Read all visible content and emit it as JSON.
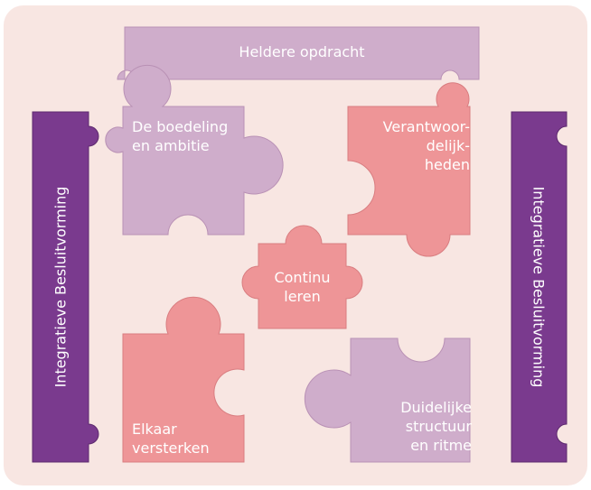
{
  "top_bar": {
    "label": "Heldere opdracht"
  },
  "left_bar": {
    "label": "Integratieve Besluitvorming"
  },
  "right_bar": {
    "label": "Integratieve Besluitvorming"
  },
  "pieces": {
    "intent": {
      "label": "De boedeling\nen ambitie"
    },
    "responsibilities": {
      "label": "Verantwoor-\ndelijk-\nheden"
    },
    "learning": {
      "label": "Continu\nleren"
    },
    "reinforce": {
      "label": "Elkaar\nversterken"
    },
    "structure": {
      "label": "Duidelijke\nstructuur\nen ritme"
    }
  },
  "colors": {
    "background": "#f8e6e2",
    "lilac": "#cfadcb",
    "salmon": "#ee9597",
    "purple": "#7a3a8e"
  }
}
